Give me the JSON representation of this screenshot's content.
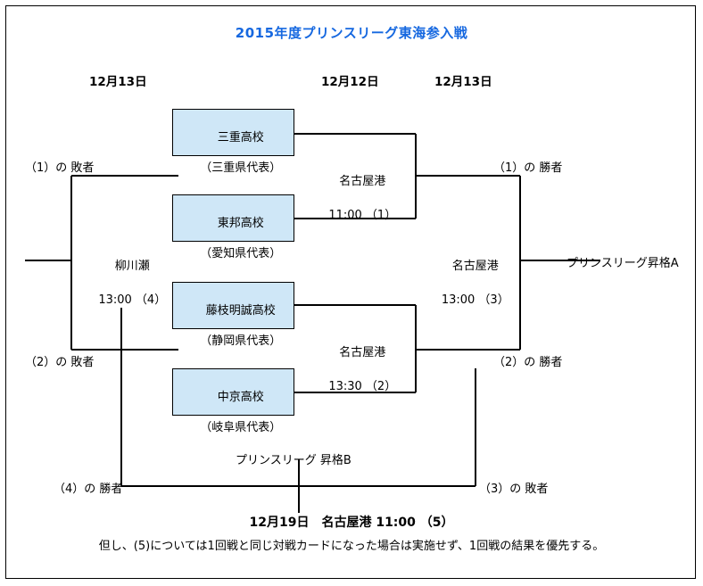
{
  "title": "2015年度プリンスリーグ東海参入戦",
  "title_color": "#1668e0",
  "box_fill_color": "#cfe7f7",
  "date_headers": [
    {
      "label": "12月13日"
    },
    {
      "label": "12月12日"
    },
    {
      "label": "12月13日"
    }
  ],
  "teams": [
    {
      "name": "三重高校",
      "qualifier": "（三重県代表）"
    },
    {
      "name": "東邦高校",
      "qualifier": "（愛知県代表）"
    },
    {
      "name": "藤枝明誠高校",
      "qualifier": "（静岡県代表）"
    },
    {
      "name": "中京高校",
      "qualifier": "（岐阜県代表）"
    }
  ],
  "matches": [
    {
      "venue": "名古屋港",
      "time_no": "11:00 （1）"
    },
    {
      "venue": "名古屋港",
      "time_no": "13:30 （2）"
    },
    {
      "venue": "名古屋港",
      "time_no": "13:00 （3）"
    },
    {
      "venue": "柳川瀬",
      "time_no": "13:00 （4）"
    }
  ],
  "side_labels": {
    "loser_1": "（1）の 敗者",
    "loser_2": "（2）の 敗者",
    "winner_1": "（1）の 勝者",
    "winner_2": "（2）の 勝者",
    "winner_4": "（4）の 勝者",
    "loser_3": "（3）の 敗者"
  },
  "promotions": {
    "a": "プリンスリーグ昇格A",
    "b": "プリンスリーグ 昇格B"
  },
  "footer": {
    "final_match": "12月19日　名古屋港 11:00 （5）",
    "note": "但し、(5)については1回戦と同じ対戦カードになった場合は実施せず、1回戦の結果を優先する。"
  }
}
